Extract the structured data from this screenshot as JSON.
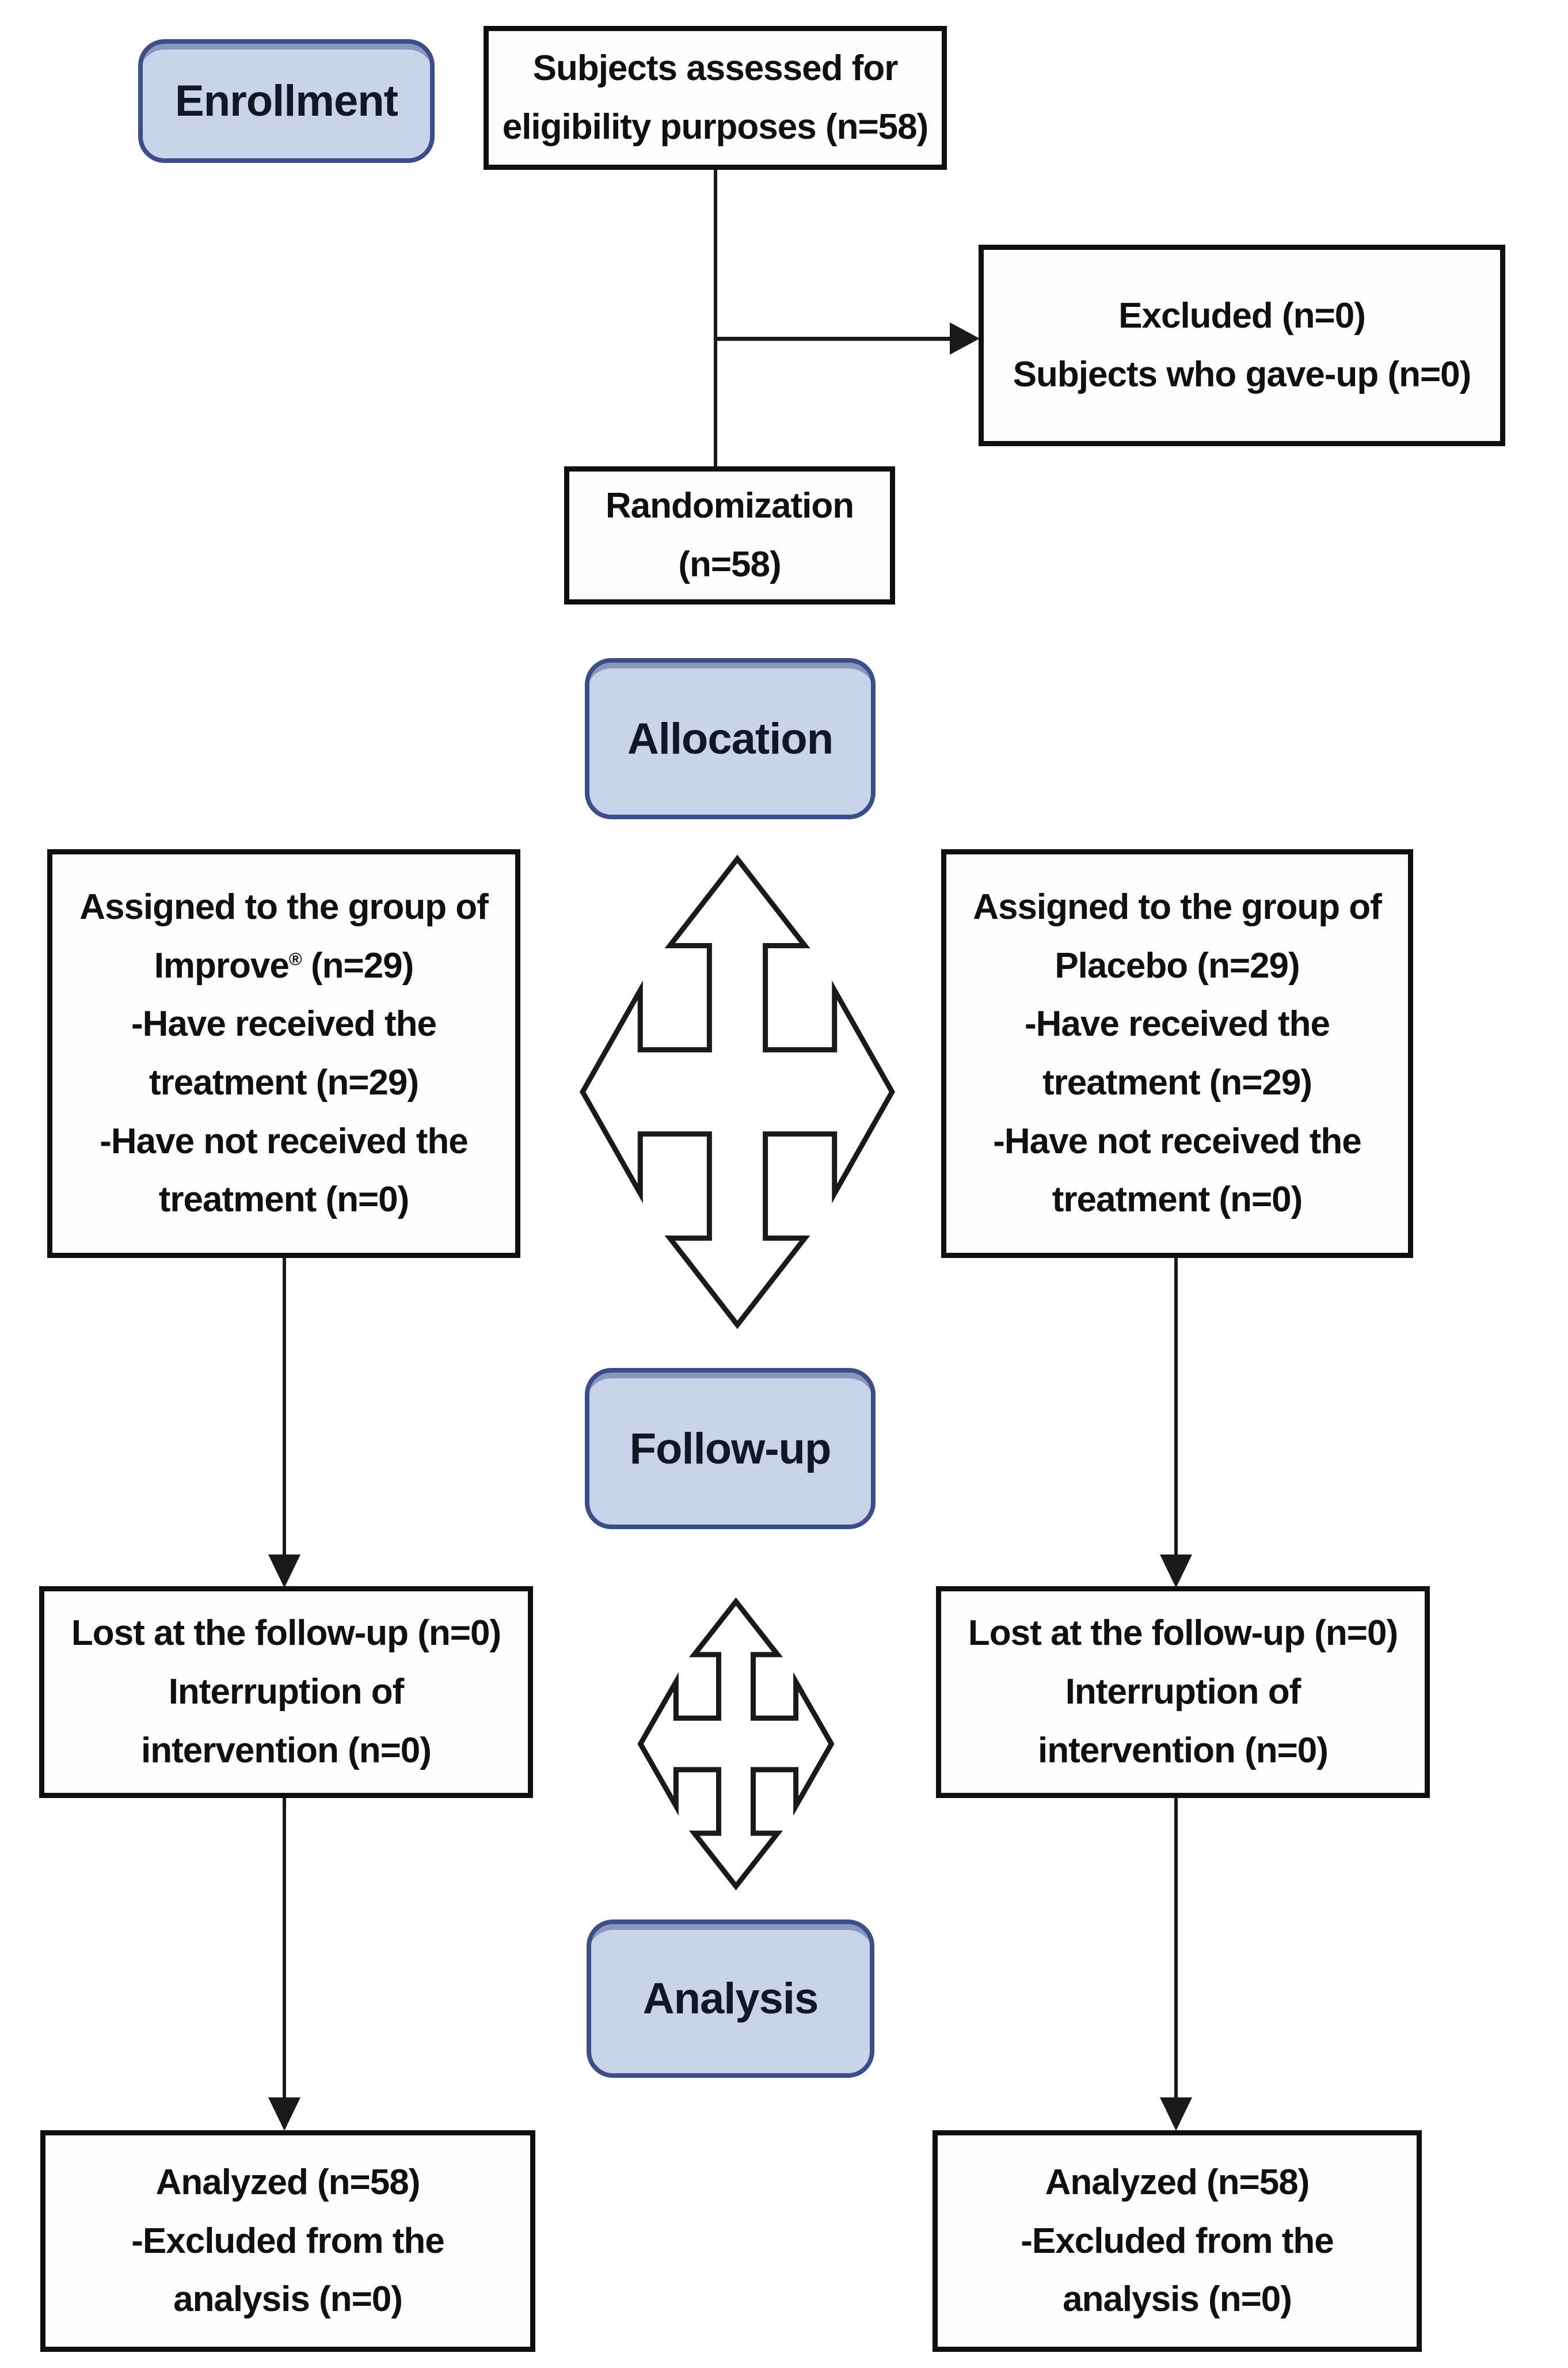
{
  "figure": {
    "type": "consort-flow-diagram",
    "stages": {
      "enrollment": "Enrollment",
      "allocation": "Allocation",
      "followup": "Follow-up",
      "analysis": "Analysis"
    },
    "boxes": {
      "assessed": {
        "line1": "Subjects assessed for",
        "line2": "eligibility purposes (n=58)"
      },
      "excluded": {
        "line1": "Excluded (n=0)",
        "line2": "Subjects who gave-up (n=0)"
      },
      "randomization": {
        "line1": "Randomization",
        "line2": "(n=58)"
      },
      "assigned_improve": {
        "line1": "Assigned to the group of",
        "line2_name": "Improve",
        "line2_reg": "®",
        "line2_n": " (n=29)",
        "line3": "-Have received the",
        "line4": "treatment (n=29)",
        "line5": "-Have not received the",
        "line6": "treatment (n=0)"
      },
      "assigned_placebo": {
        "line1": "Assigned to the group of",
        "line2": "Placebo (n=29)",
        "line3": "-Have received the",
        "line4": "treatment (n=29)",
        "line5": "-Have not received the",
        "line6": "treatment (n=0)"
      },
      "lost_improve": {
        "line1": "Lost at the follow-up (n=0)",
        "line2": "Interruption of",
        "line3": "intervention (n=0)"
      },
      "lost_placebo": {
        "line1": "Lost at the follow-up (n=0)",
        "line2": "Interruption of",
        "line3": "intervention (n=0)"
      },
      "analyzed_improve": {
        "line1": "Analyzed (n=58)",
        "line2": "-Excluded from the",
        "line3": "analysis (n=0)"
      },
      "analyzed_placebo": {
        "line1": "Analyzed (n=58)",
        "line2": "-Excluded from the",
        "line3": "analysis (n=0)"
      }
    },
    "colors": {
      "stage_fill": "#c8d3ea",
      "stage_border": "#3b4e87",
      "box_fill": "#fefefe",
      "box_border": "#0f0f0f",
      "connector": "#1a1a1a",
      "text": "#101010"
    }
  }
}
